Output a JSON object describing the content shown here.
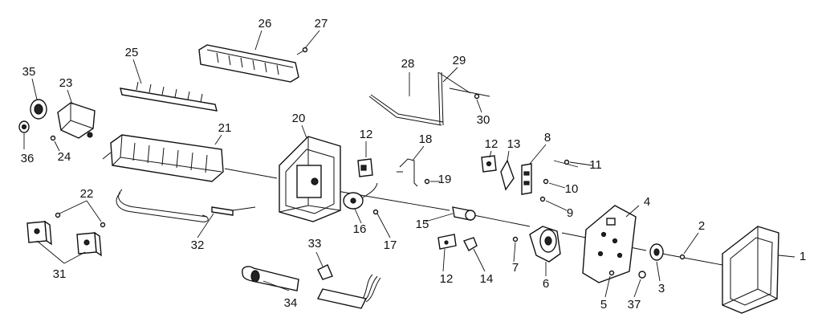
{
  "diagram": {
    "callouts": {
      "p1": "1",
      "p2": "2",
      "p3": "3",
      "p4": "4",
      "p5": "5",
      "p6": "6",
      "p7": "7",
      "p8": "8",
      "p9": "9",
      "p10": "10",
      "p11": "11",
      "p12a": "12",
      "p12b": "12",
      "p12c": "12",
      "p13": "13",
      "p14": "14",
      "p15": "15",
      "p16": "16",
      "p17": "17",
      "p18": "18",
      "p19": "19",
      "p20": "20",
      "p21": "21",
      "p22": "22",
      "p23": "23",
      "p24": "24",
      "p25": "25",
      "p26": "26",
      "p27": "27",
      "p28": "28",
      "p29": "29",
      "p30": "30",
      "p31": "31",
      "p32": "32",
      "p33": "33",
      "p34": "34",
      "p35": "35",
      "p36": "36",
      "p37": "37"
    },
    "colors": {
      "ink": "#111111",
      "paper": "#ffffff"
    }
  }
}
